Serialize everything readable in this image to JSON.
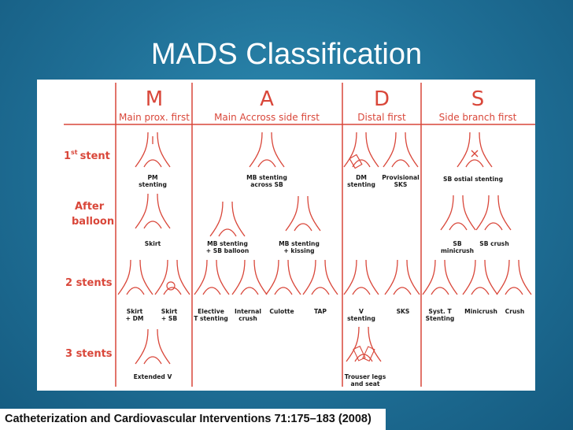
{
  "slide": {
    "title": "MADS Classification",
    "citation": "Catheterization and Cardiovascular Interventions 71:175–183 (2008)"
  },
  "columns": [
    {
      "letter": "M",
      "desc": "Main prox. first"
    },
    {
      "letter": "A",
      "desc": "Main Accross side first"
    },
    {
      "letter": "D",
      "desc": "Distal first"
    },
    {
      "letter": "S",
      "desc": "Side branch first"
    }
  ],
  "rows": {
    "first_stent": {
      "label": "1st stent",
      "label_main": "1",
      "label_sup": "st",
      "label_rest": "stent"
    },
    "after_balloon": {
      "label_line1": "After",
      "label_line2": "balloon"
    },
    "two_stents": {
      "label": "2 stents"
    },
    "three_stents": {
      "label": "3 stents"
    }
  },
  "captions": {
    "pm_stenting": [
      "PM",
      "stenting"
    ],
    "mb_across_sb": [
      "MB stenting",
      "across SB"
    ],
    "dm_stenting": [
      "DM",
      "stenting"
    ],
    "provisional_sks": [
      "Provisional",
      "SKS"
    ],
    "sb_ostial": [
      "SB ostial stenting"
    ],
    "skirt": [
      "Skirt"
    ],
    "mb_sb_balloon": [
      "MB stenting",
      "+ SB balloon"
    ],
    "mb_kissing": [
      "MB stenting",
      "+ kissing"
    ],
    "sb_minicrush": [
      "SB",
      "minicrush"
    ],
    "sb_crush": [
      "SB crush"
    ],
    "skirt_dm": [
      "Skirt",
      "+ DM"
    ],
    "skirt_sb": [
      "Skirt",
      "+ SB"
    ],
    "elective_t": [
      "Elective",
      "T stenting"
    ],
    "internal_crush": [
      "Internal",
      "crush"
    ],
    "culotte": [
      "Culotte"
    ],
    "tap": [
      "TAP"
    ],
    "v_stenting": [
      "V",
      "stenting"
    ],
    "sks": [
      "SKS"
    ],
    "syst_t": [
      "Syst. T",
      "Stenting"
    ],
    "minicrush": [
      "Minicrush"
    ],
    "crush": [
      "Crush"
    ],
    "extended_v": [
      "Extended V"
    ],
    "trouser_legs": [
      "Trouser legs",
      "and seat"
    ]
  },
  "colors": {
    "line_red": "#d9473a",
    "text_dark": "#1a1a1a",
    "background_teal": "#1f6f96",
    "panel_white": "#ffffff"
  }
}
